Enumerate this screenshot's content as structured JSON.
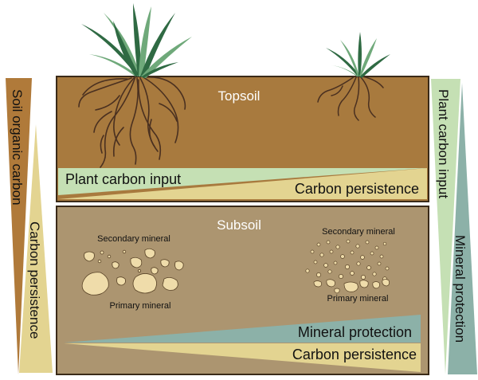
{
  "panels": {
    "topsoil_label": "Topsoil",
    "subsoil_label": "Subsoil"
  },
  "topsoil_wedges": {
    "plant_carbon_input": "Plant carbon input",
    "carbon_persistence": "Carbon persistence"
  },
  "subsoil_wedges": {
    "mineral_protection": "Mineral protection",
    "carbon_persistence": "Carbon persistence"
  },
  "minerals": {
    "secondary_left": "Secondary mineral",
    "primary_left": "Primary mineral",
    "secondary_right": "Secondary mineral",
    "primary_right": "Primary mineral"
  },
  "side_bars": {
    "soil_organic_carbon": "Soil organic carbon",
    "carbon_persistence": "Carbon persistence",
    "plant_carbon_input": "Plant carbon input",
    "mineral_protection": "Mineral protection"
  },
  "colors": {
    "topsoil": "#a87a3e",
    "subsoil": "#ac9570",
    "panel_border": "#3a2a18",
    "plant_carbon_green": "#c5e0b4",
    "carbon_persistence_yellow": "#e3d491",
    "mineral_protection_teal": "#8cb1a8",
    "soil_organic_carbon_brown": "#b07a3a",
    "grass_dark": "#2f6a43",
    "grass_light": "#6fa97a",
    "roots": "#4a3020",
    "mineral_fill": "#efdcaa"
  }
}
